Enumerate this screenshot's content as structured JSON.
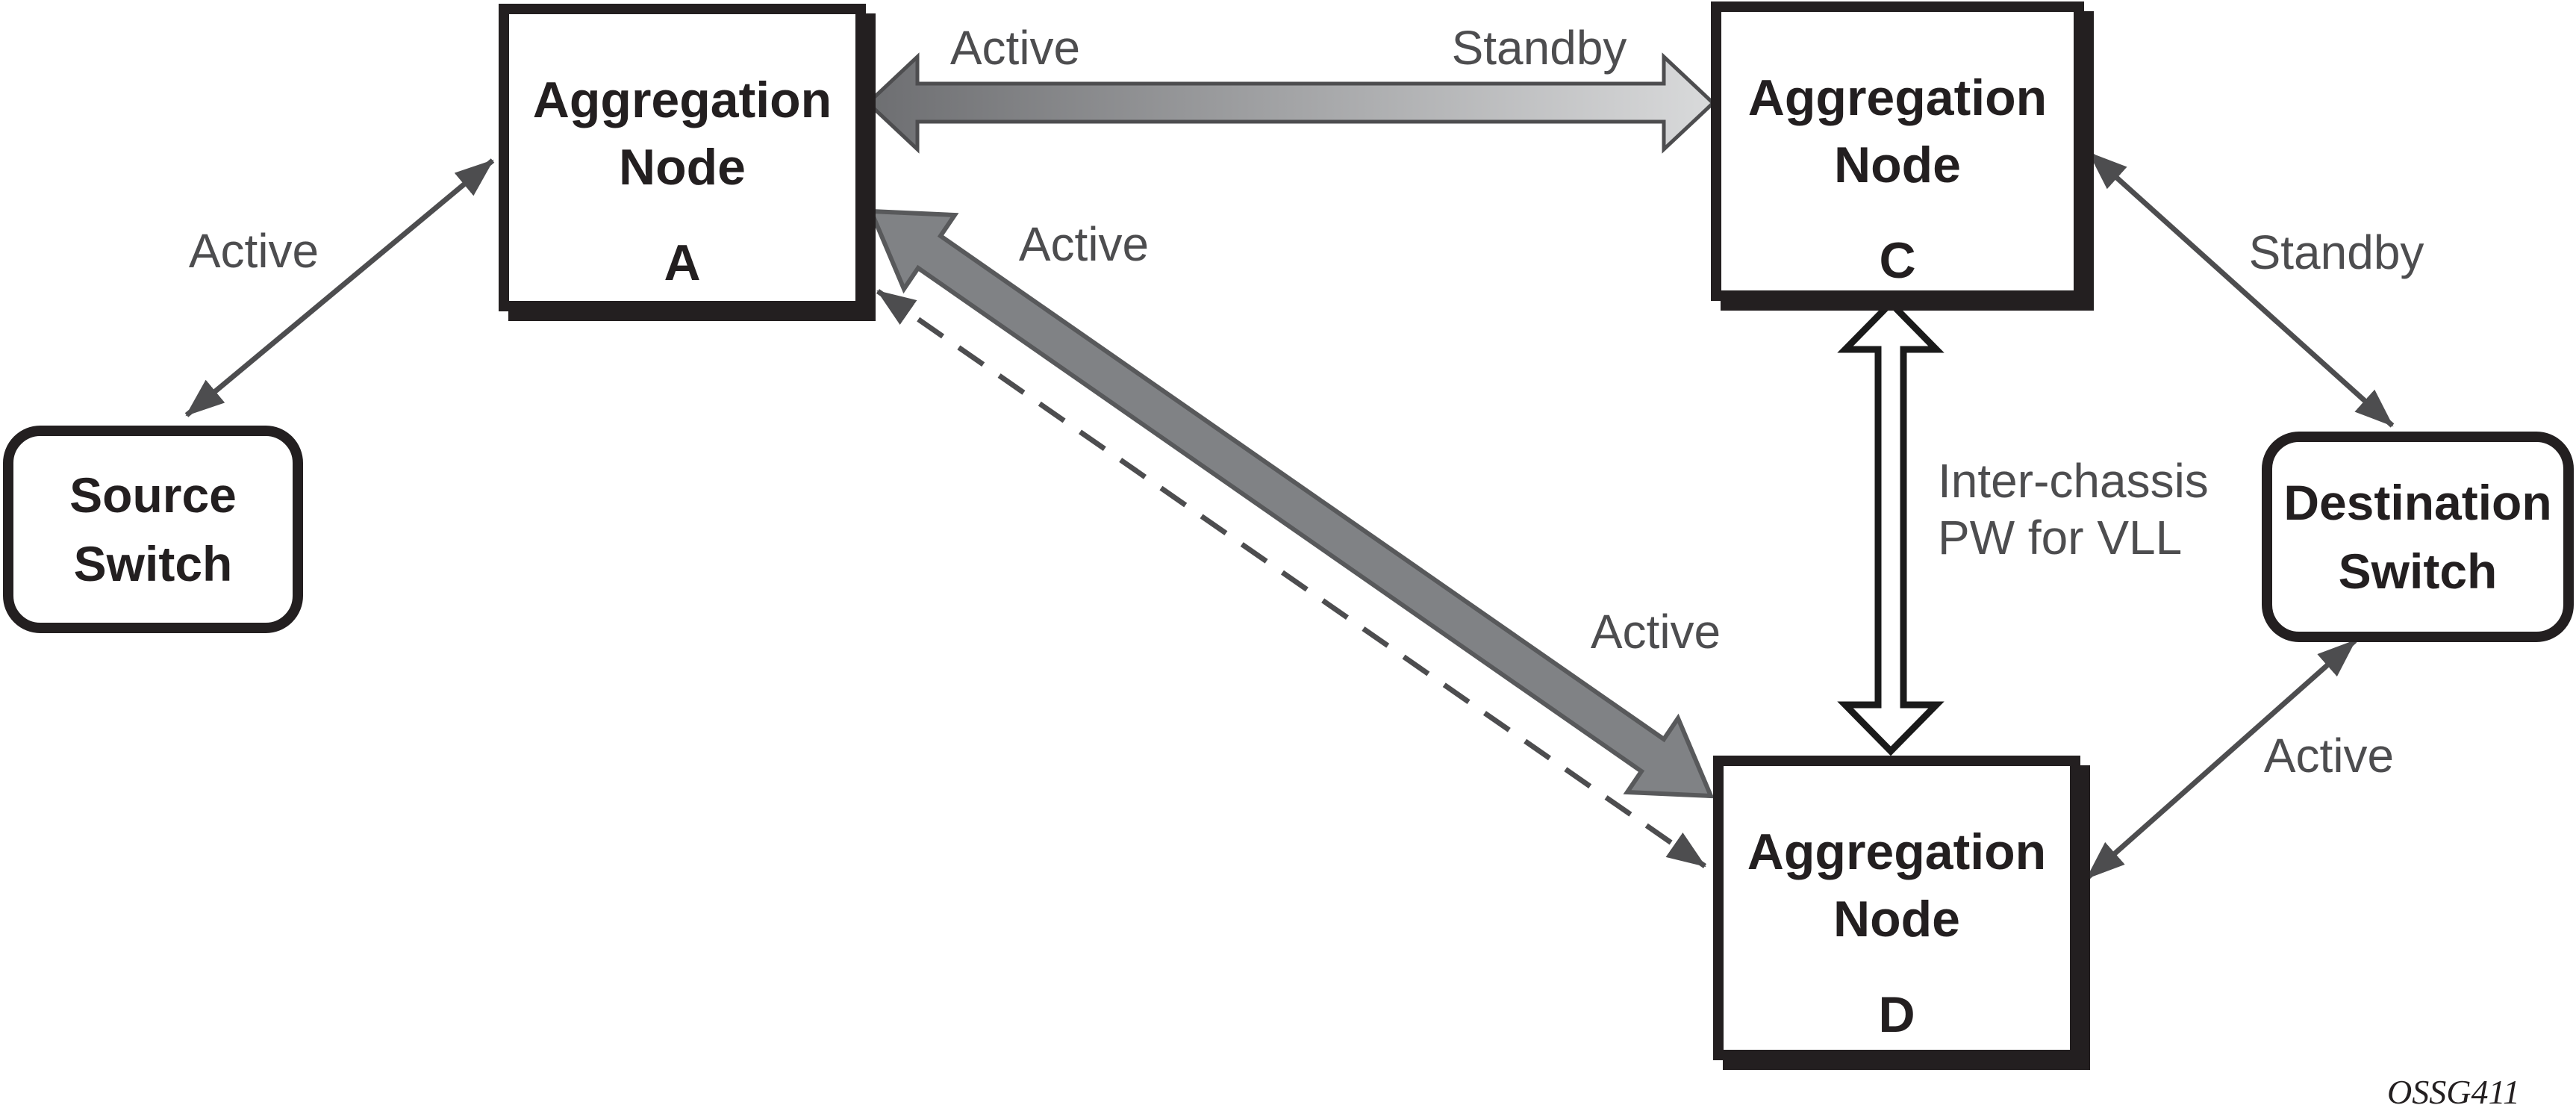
{
  "nodes": {
    "a": {
      "line1": "Aggregation",
      "line2": "Node",
      "id": "A"
    },
    "c": {
      "line1": "Aggregation",
      "line2": "Node",
      "id": "C"
    },
    "d": {
      "line1": "Aggregation",
      "line2": "Node",
      "id": "D"
    }
  },
  "switches": {
    "source": {
      "line1": "Source",
      "line2": "Switch"
    },
    "destination": {
      "line1": "Destination",
      "line2": "Switch"
    }
  },
  "labels": {
    "source_to_a": "Active",
    "a_to_c_left": "Active",
    "a_to_c_right": "Standby",
    "a_to_d_upper": "Active",
    "a_to_d_lower": "Active",
    "c_to_dest": "Standby",
    "d_to_dest": "Active",
    "inter_chassis_line1": "Inter-chassis",
    "inter_chassis_line2": "PW for VLL"
  },
  "figure_code": "OSSG411",
  "colors": {
    "box_border": "#231f20",
    "label_text": "#4d4d4f",
    "thin_arrow": "#4d4d4f",
    "thick_arrow_fill": "#808285",
    "thick_arrow_outline": "#58595b",
    "gradient_dark": "#6d6e71",
    "gradient_light": "#d9dadb",
    "gradient_outline": "#4d4d4f",
    "white_arrow_fill": "#ffffff",
    "white_arrow_outline": "#1a1a1a"
  }
}
